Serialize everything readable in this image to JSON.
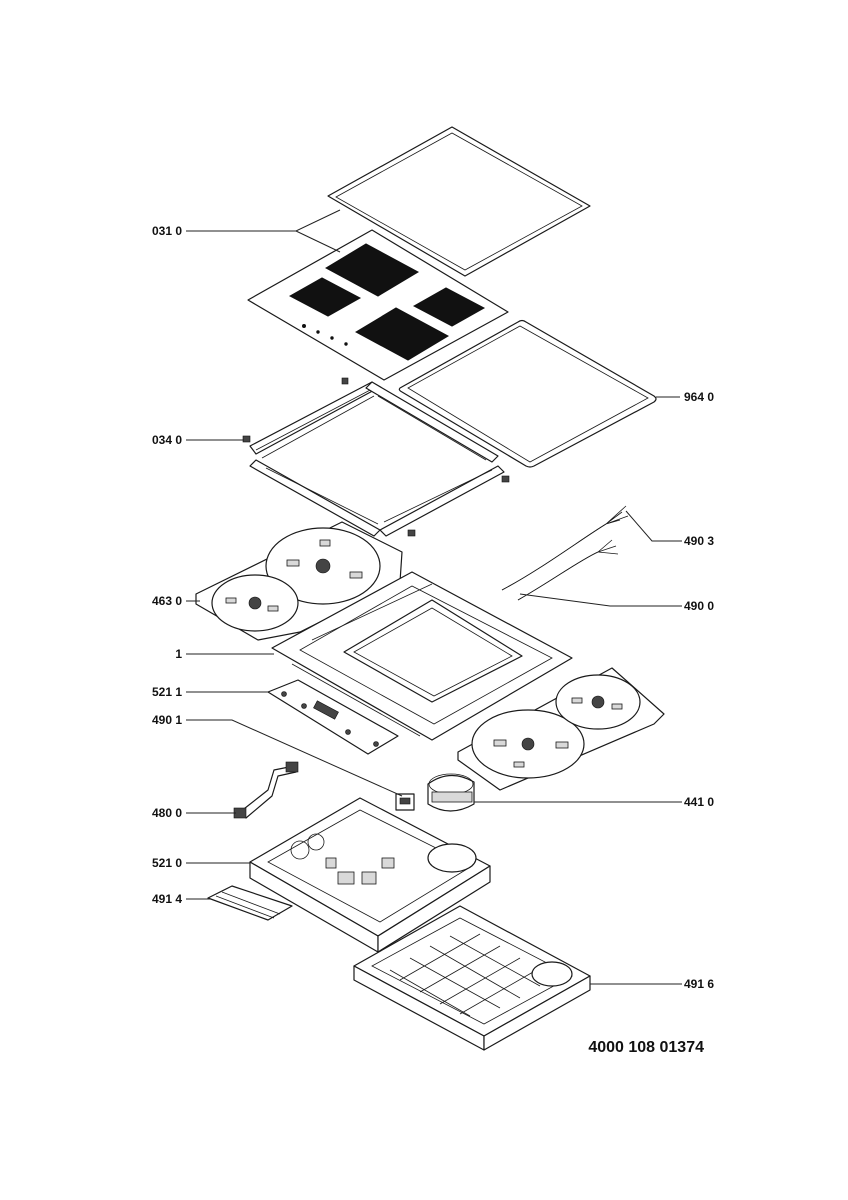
{
  "labels": [
    {
      "id": "l0310",
      "text": "031 0"
    },
    {
      "id": "l9640",
      "text": "964 0"
    },
    {
      "id": "l0340",
      "text": "034 0"
    },
    {
      "id": "l4903",
      "text": "490 3"
    },
    {
      "id": "l4900",
      "text": "490 0"
    },
    {
      "id": "l4630",
      "text": "463 0"
    },
    {
      "id": "l1",
      "text": "1"
    },
    {
      "id": "l5211",
      "text": "521 1"
    },
    {
      "id": "l4901",
      "text": "490 1"
    },
    {
      "id": "l4410",
      "text": "441 0"
    },
    {
      "id": "l4800",
      "text": "480 0"
    },
    {
      "id": "l5210",
      "text": "521 0"
    },
    {
      "id": "l4914",
      "text": "491 4"
    },
    {
      "id": "l4916",
      "text": "491 6"
    }
  ],
  "drawing_number": "4000 108 01374"
}
